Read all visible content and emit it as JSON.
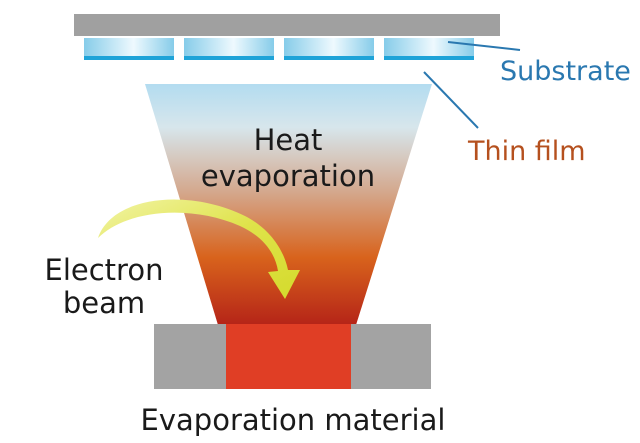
{
  "labels": {
    "substrate": "Substrate",
    "thin_film": "Thin film",
    "heat_line1": "Heat",
    "heat_line2": "evaporation",
    "electron_line1": "Electron",
    "electron_line2": "beam",
    "evaporation_material": "Evaporation material"
  },
  "colors": {
    "holder_gray": "#a0a0a0",
    "substrate_light": "#e8f6fd",
    "substrate_blue": "#86cce9",
    "film_blue": "#1ea3d8",
    "leader_blue": "#2a78b0",
    "plume_top": "#b3dcf0",
    "plume_mid": "#d4a78c",
    "plume_low": "#d8631c",
    "plume_bottom": "#b52418",
    "crucible_gray": "#a3a3a3",
    "material_red": "#e03e25",
    "arrow_yellow": "#d4da2c",
    "arrow_yellow_light": "#f2f4a6"
  },
  "icons": {
    "electron_arrow": "curved-arrow-icon"
  }
}
